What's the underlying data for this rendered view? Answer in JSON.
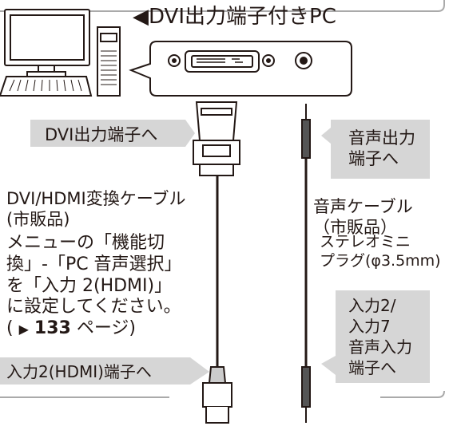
{
  "title": "◀DVI出力端子付きPC",
  "labels": {
    "dvi_out": "DVI出力端子へ",
    "audio_out_1": "音声出力",
    "audio_out_2": "端子へ",
    "dvi_cable_1": "DVI/HDMI変換ケーブル",
    "dvi_cable_2": "(市販品)",
    "audio_cable_1": "音声ケーブル",
    "audio_cable_2": "（市販品）",
    "plug_1": "ステレオミニ",
    "plug_2": "プラグ(φ3.5mm)",
    "hdmi_in": "入力2(HDMI)端子へ",
    "audio_in_1": "入力2/",
    "audio_in_2": "入力7",
    "audio_in_3": "音声入力",
    "audio_in_4": "端子へ"
  },
  "note": {
    "line1": "メニューの「機能切",
    "line2": "換」-「PC 音声選択」",
    "line3": "を「入力 2(HDMI)」",
    "line4": "に設定してください。",
    "ref_open": "(",
    "ref_arrow": "▶",
    "ref_page": "133",
    "ref_suffix": "ページ)"
  },
  "colors": {
    "callout_fill": "#d6d6d6",
    "line": "#231815",
    "panel_border": "#aaaaaa"
  }
}
